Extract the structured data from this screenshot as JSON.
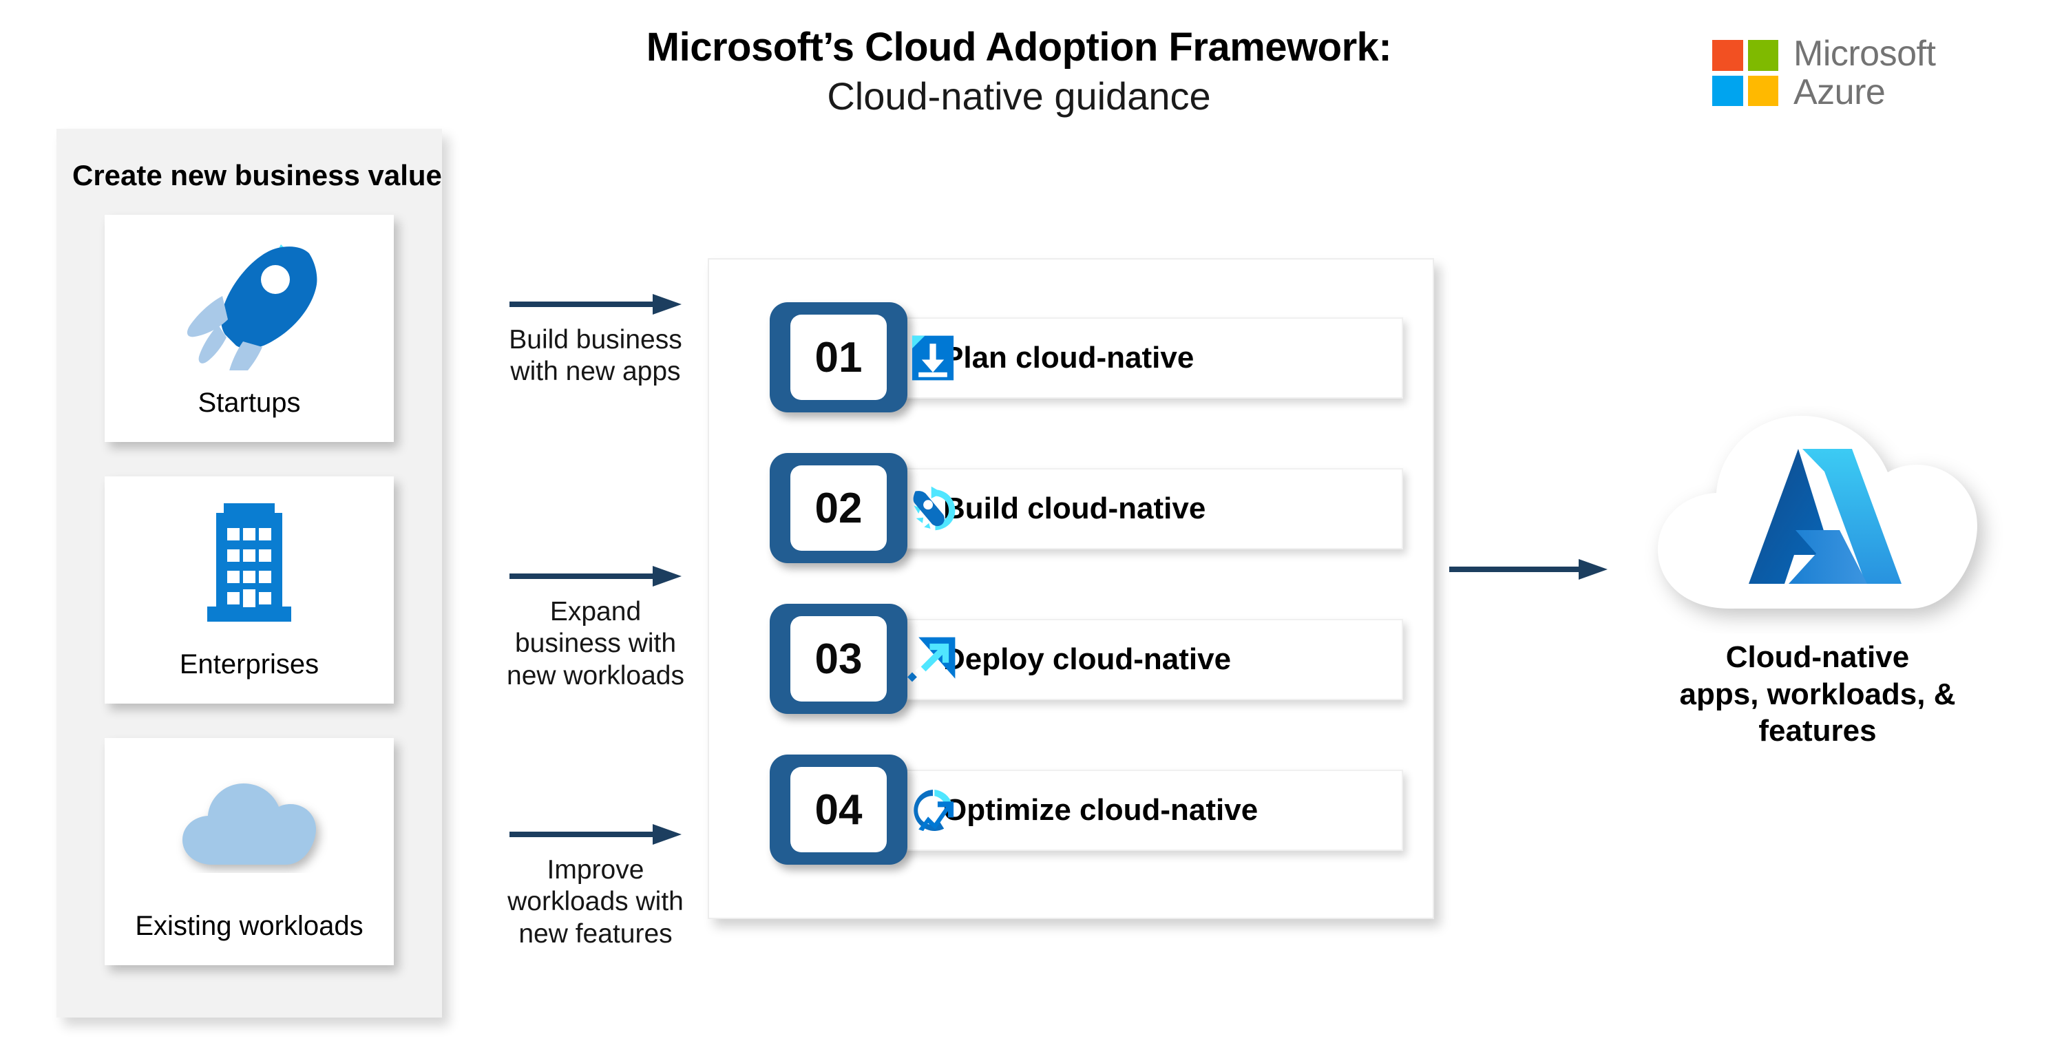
{
  "header": {
    "title_main": "Microsoft’s Cloud Adoption Framework:",
    "title_sub": "Cloud-native guidance"
  },
  "brand_logo": {
    "word_1": "Microsoft",
    "word_2": "Azure",
    "square_colors": [
      "#f25022",
      "#7fba00",
      "#00a4ef",
      "#ffb900"
    ],
    "text_color": "#737373"
  },
  "left_panel": {
    "title": "Create new business value",
    "background": "#f2f2f2",
    "cards": [
      {
        "label": "Startups",
        "icon": "rocket-icon"
      },
      {
        "label": "Enterprises",
        "icon": "office-building-icon"
      },
      {
        "label": "Existing workloads",
        "icon": "cloud-icon"
      }
    ]
  },
  "flows": [
    {
      "label_line_1": "Build business",
      "label_line_2": "with new apps",
      "label_line_3": ""
    },
    {
      "label_line_1": "Expand",
      "label_line_2": "business with",
      "label_line_3": "new workloads"
    },
    {
      "label_line_1": "Improve",
      "label_line_2": "workloads with",
      "label_line_3": "new features"
    }
  ],
  "center_panel": {
    "badge_color": "#225d92",
    "steps": [
      {
        "number": "01",
        "label": "Plan cloud-native",
        "icon": "document-download-icon"
      },
      {
        "number": "02",
        "label": "Build cloud-native",
        "icon": "wrench-refresh-icon"
      },
      {
        "number": "03",
        "label": "Deploy cloud-native",
        "icon": "rocket-launch-arrow-icon"
      },
      {
        "number": "04",
        "label": "Optimize cloud-native",
        "icon": "chart-trend-up-icon"
      }
    ]
  },
  "final_arrow": {
    "color": "#1c3e5f"
  },
  "result": {
    "icon": "azure-cloud-logo",
    "caption_line_1": "Cloud-native",
    "caption_line_2": "apps, workloads, &",
    "caption_line_3": "features"
  }
}
